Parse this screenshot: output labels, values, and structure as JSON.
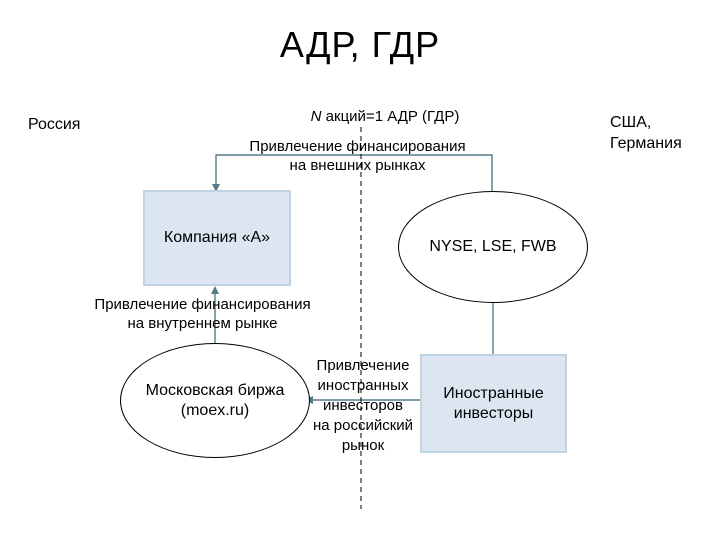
{
  "slide": {
    "title": "АДР, ГДР"
  },
  "regions": {
    "left": "Россия",
    "right_line1": "США,",
    "right_line2": "Германия"
  },
  "ratio_note": {
    "italic_part": "N",
    "rest": " акций=1 АДР (ГДР)"
  },
  "labels": {
    "external_financing": {
      "line1": "Привлечение финансирования",
      "line2": "на внешних рынках"
    },
    "domestic_financing": {
      "line1": "Привлечение финансирования",
      "line2": "на внутреннем рынке"
    },
    "attract_foreign": {
      "lines": [
        "Привлечение",
        "иностранных",
        "инвесторов",
        "на российский",
        "рынок"
      ]
    }
  },
  "nodes": {
    "company": {
      "label": "Компания «А»"
    },
    "foreign_exchanges": {
      "label": "NYSE, LSE, FWB"
    },
    "moex": {
      "line1": "Московская биржа",
      "line2": "(moex.ru)"
    },
    "foreign_investors": {
      "line1": "Иностранные",
      "line2": "инвесторы"
    }
  },
  "colors": {
    "node_fill": "#dce6f1",
    "node_border": "#c0d3e3",
    "connector": "#567a88",
    "divider": "#000000"
  }
}
